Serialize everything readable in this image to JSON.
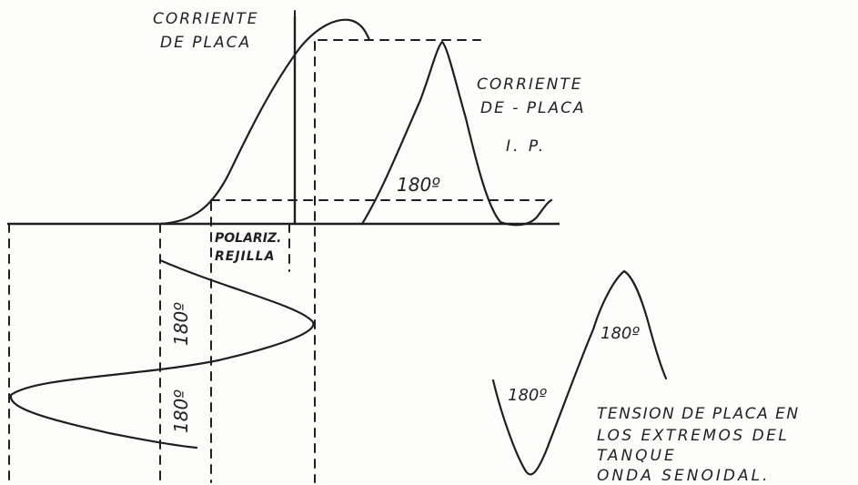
{
  "labels": {
    "plate_current_top_line1": "CORRIENTE",
    "plate_current_top_line2": "DE PLACA",
    "plate_current_right_line1": "CORRIENTE",
    "plate_current_right_line2": "DE - PLACA",
    "ip": "I. P.",
    "angle_pulse": "180º",
    "grid_bias_line1": "POLARIZ.",
    "grid_bias_line2": "REJILLA",
    "angle_grid_upper": "180º",
    "angle_grid_lower": "180º",
    "angle_tension_peak": "180º",
    "angle_tension_trough": "180º",
    "tension_line1": "TENSION DE PLACA EN",
    "tension_line2": "LOS EXTREMOS DEL",
    "tension_line3": "TANQUE",
    "tension_line4": "ONDA SENOIDAL."
  }
}
